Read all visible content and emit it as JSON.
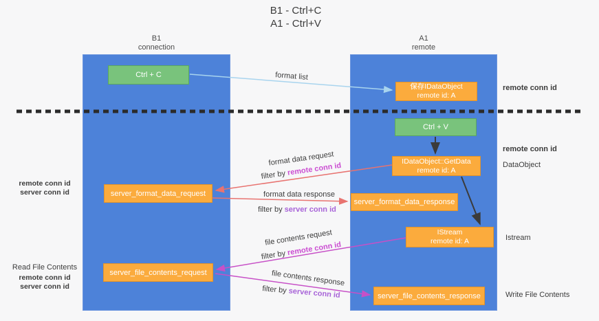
{
  "title": {
    "line1": "B1 - Ctrl+C",
    "line2": "A1 - Ctrl+V"
  },
  "lanes": {
    "left": {
      "name": "B1",
      "role": "connection"
    },
    "right": {
      "name": "A1",
      "role": "remote"
    }
  },
  "nodes": {
    "ctrl_c": {
      "label": "Ctrl + C"
    },
    "ctrl_v": {
      "label": "Ctrl + V"
    },
    "save_idataobject": {
      "line1": "保存IDataObject",
      "line2": "remote id: A"
    },
    "idataobject_getdata": {
      "line1": "IDataObject::GetData",
      "line2": "remote id: A"
    },
    "istream": {
      "line1": "IStream",
      "line2": "remote id: A"
    },
    "server_format_data_request": {
      "label": "server_format_data_request"
    },
    "server_format_data_response": {
      "label": "server_format_data_response"
    },
    "server_file_contents_request": {
      "label": "server_file_contents_request"
    },
    "server_file_contents_response": {
      "label": "server_file_contents_response"
    }
  },
  "edges": {
    "format_list": {
      "label": "format list"
    },
    "format_data_request": {
      "label": "format data request",
      "filter_prefix": "filter by ",
      "filter_key": "remote conn id"
    },
    "format_data_response": {
      "label": "format data response",
      "filter_prefix": "filter by ",
      "filter_key": "server conn id"
    },
    "file_contents_request": {
      "label": "file contents request",
      "filter_prefix": "filter by ",
      "filter_key": "remote conn id"
    },
    "file_contents_response": {
      "label": "file contents response",
      "filter_prefix": "filter by ",
      "filter_key": "server conn id"
    }
  },
  "annotations": {
    "left_top": {
      "remote": "remote conn id",
      "server": "server conn id"
    },
    "left_bottom": {
      "title": "Read File Contents",
      "remote": "remote conn id",
      "server": "server conn id"
    },
    "right": {
      "remote_top": "remote conn id",
      "remote_mid": "remote conn id",
      "dataobject": "DataObject",
      "istream": "Istream",
      "write_file_contents": "Write File Contents"
    }
  },
  "colors": {
    "lane_blue": "#4d82d9",
    "node_green": "#79c37c",
    "node_orange": "#fbab3d",
    "arrow_light_blue": "#a8d4ee",
    "arrow_black": "#3b3b3b",
    "arrow_red": "#e87370",
    "arrow_magenta": "#c750c7",
    "remote_conn_id_text": "#b54ecb",
    "server_conn_id_green_text": "#5cb85c",
    "server_conn_id_purple_text": "#a864d8"
  }
}
